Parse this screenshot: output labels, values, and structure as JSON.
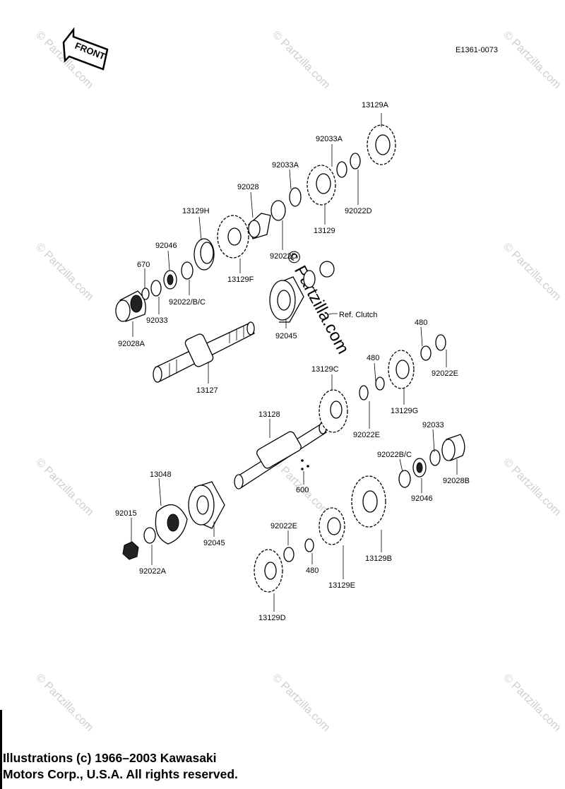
{
  "diagram_code": "E1361-0073",
  "front_arrow_label": "FRONT",
  "watermark": "© Partzilla.com",
  "ref_note": "Ref. Clutch",
  "part_labels": {
    "p13129A": "13129A",
    "p92033A_1": "92033A",
    "p92033A_2": "92033A",
    "p92028": "92028",
    "p13129H": "13129H",
    "p13129": "13129",
    "p92022D_1": "92022D",
    "p92022D_2": "92022D",
    "p92046_1": "92046",
    "p670": "670",
    "p13129F": "13129F",
    "p92022BC_1": "92022/B/C",
    "p92033_1": "92033",
    "p92028A": "92028A",
    "p92045_1": "92045",
    "p13127": "13127",
    "p480_1": "480",
    "p480_2": "480",
    "p480_3": "480",
    "p92022E_1": "92022E",
    "p92022E_2": "92022E",
    "p92022E_3": "92022E",
    "p13129C": "13129C",
    "p13129G": "13129G",
    "p13128": "13128",
    "p92033_2": "92033",
    "p92022BC_2": "92022B/C",
    "p92028B": "92028B",
    "p13048": "13048",
    "p600": "600",
    "p92046_2": "92046",
    "p92015": "92015",
    "p92045_2": "92045",
    "p13129B": "13129B",
    "p92022A": "92022A",
    "p13129E": "13129E",
    "p13129D": "13129D"
  },
  "copyright": {
    "line1": "Illustrations (c) 1966–2003 Kawasaki",
    "line2": "Motors Corp., U.S.A.  All rights reserved."
  }
}
